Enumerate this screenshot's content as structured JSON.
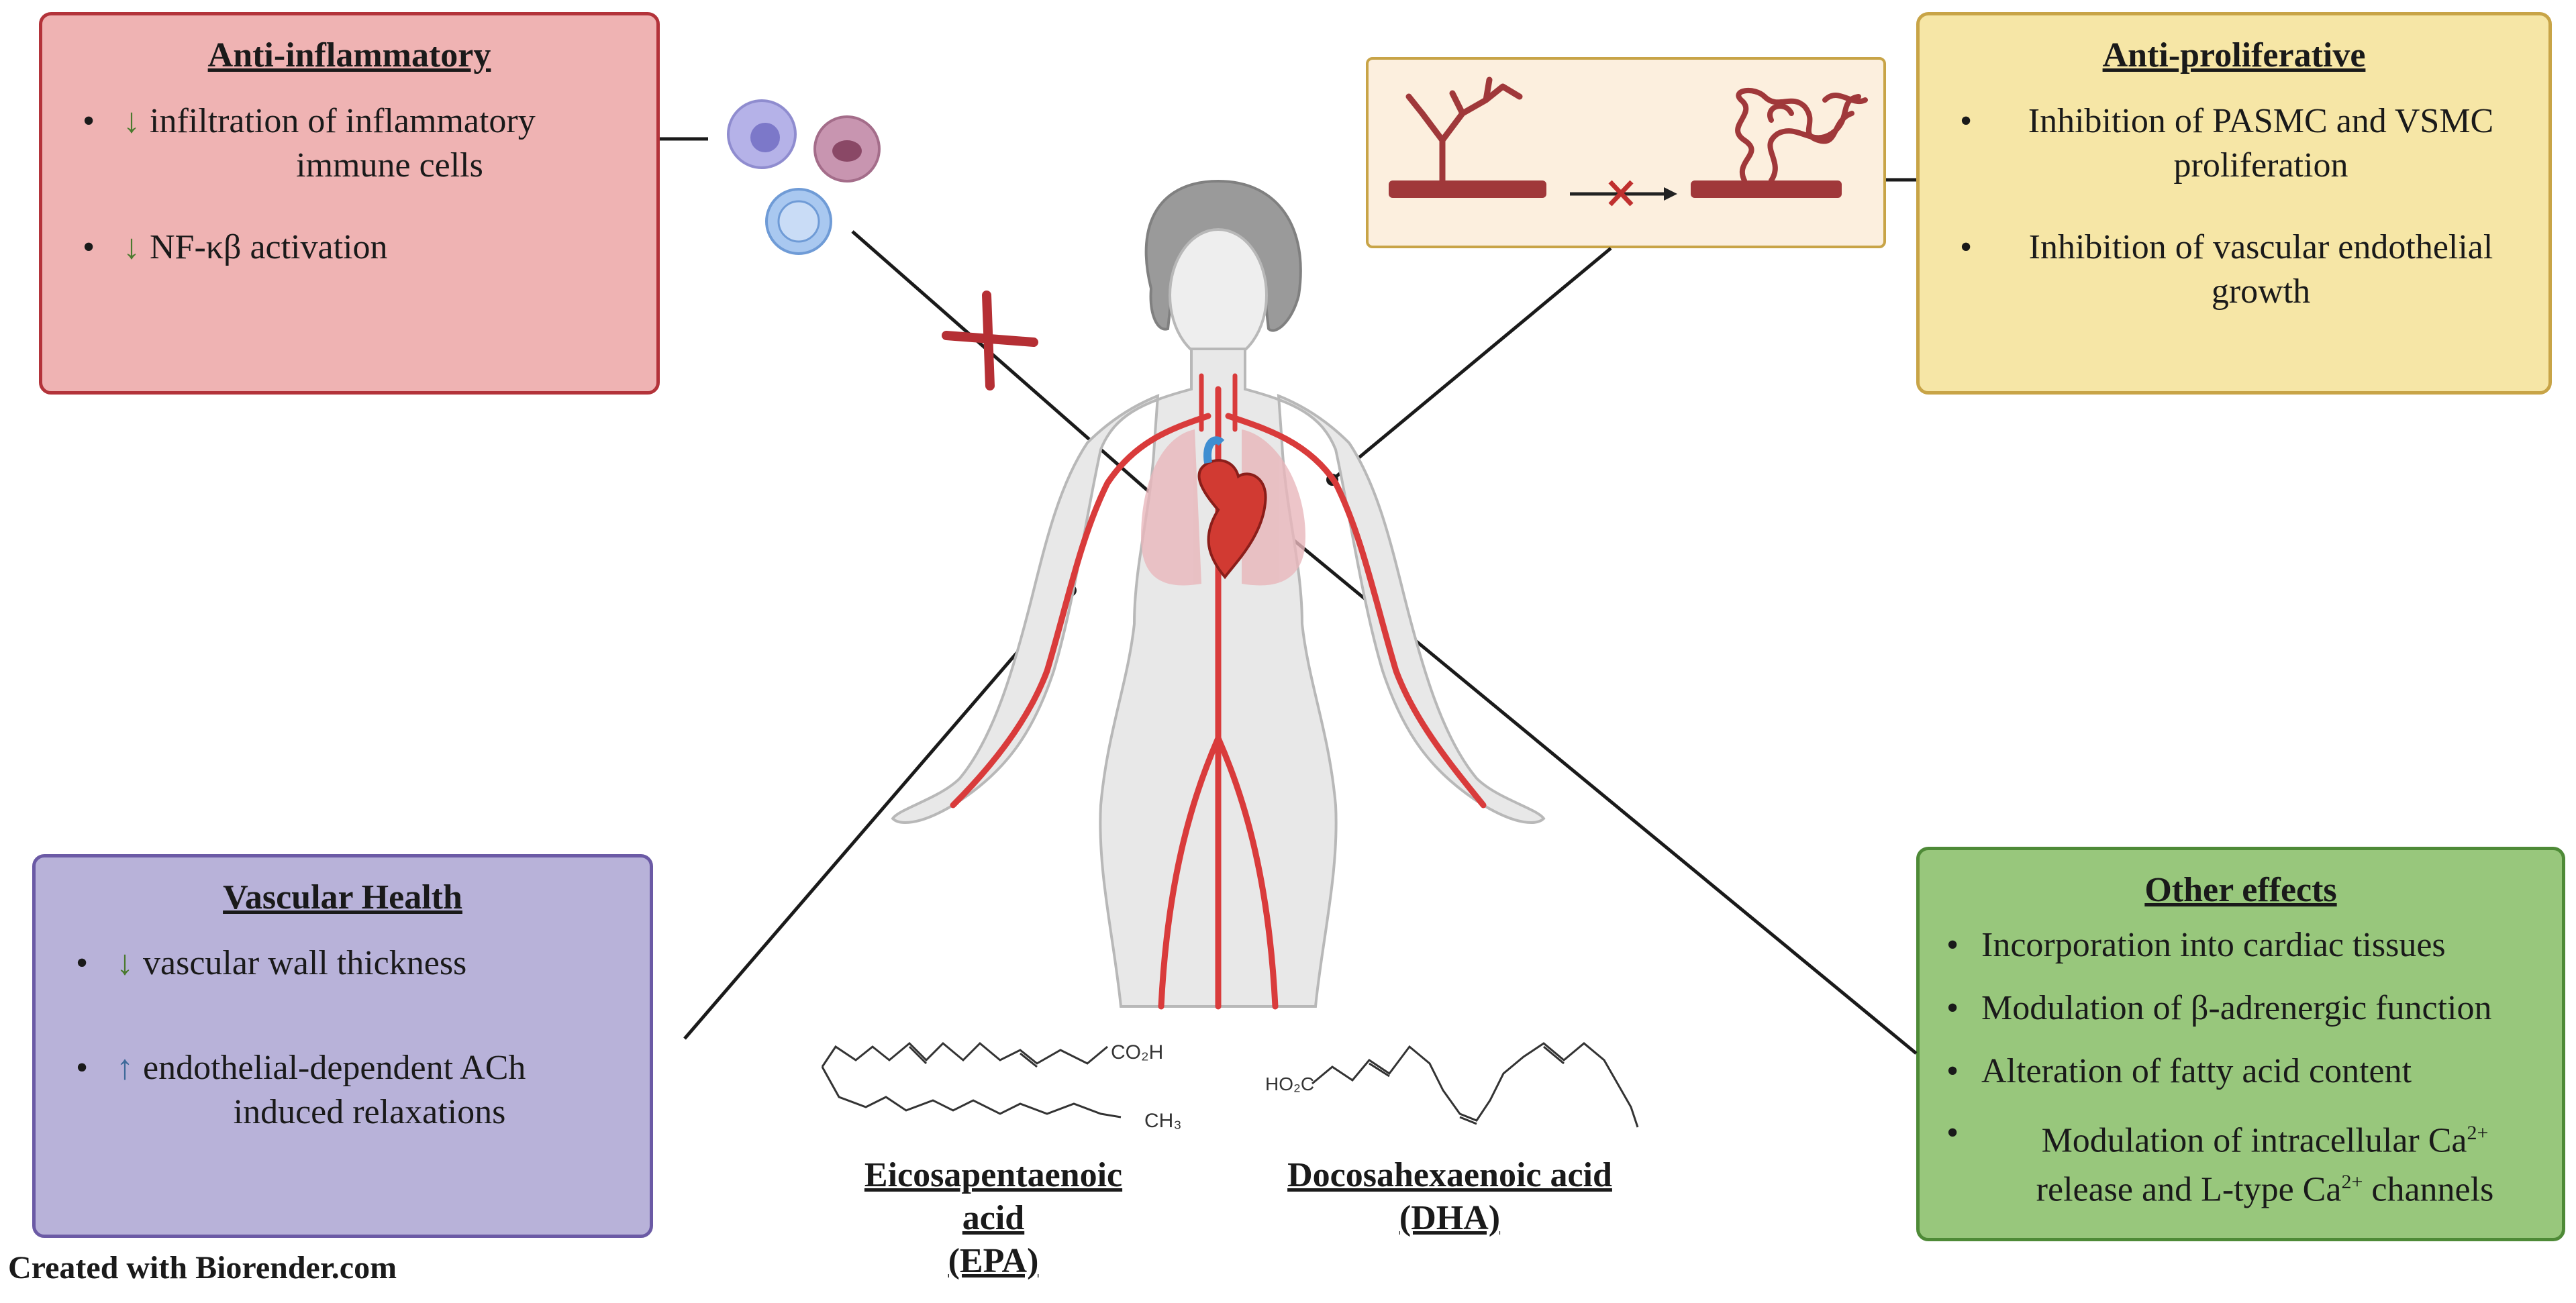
{
  "anti_inflammatory": {
    "title": "Anti-inflammatory",
    "items": [
      {
        "arrow": "↓",
        "line1": "infiltration of inflammatory",
        "line2": "immune cells"
      },
      {
        "arrow": "↓",
        "line1": "NF-κβ activation",
        "line2": ""
      }
    ]
  },
  "anti_proliferative": {
    "title": "Anti-proliferative",
    "items": [
      {
        "line1": "Inhibition of PASMC and VSMC",
        "line2": "proliferation"
      },
      {
        "line1": "Inhibition of vascular endothelial",
        "line2": "growth"
      }
    ]
  },
  "vascular_health": {
    "title": "Vascular Health",
    "items": [
      {
        "arrow": "↓",
        "line1": "vascular wall thickness",
        "line2": ""
      },
      {
        "arrow": "↑",
        "line1": "endothelial-dependent ACh",
        "line2": "induced relaxations"
      }
    ]
  },
  "other_effects": {
    "title": "Other effects",
    "items": [
      {
        "line1": "Incorporation into cardiac tissues",
        "line2": ""
      },
      {
        "line1": "Modulation of β-adrenergic function",
        "line2": ""
      },
      {
        "line1": "Alteration of fatty acid content",
        "line2": ""
      },
      {
        "line1": "Modulation of intracellular Ca",
        "sup1": "2+",
        "line2a": "release and L-type Ca",
        "sup2": "2+",
        "line2b": " channels"
      }
    ]
  },
  "molecules": {
    "epa_name": "Eicosapentaenoic acid",
    "epa_abbr": "(EPA)",
    "dha_name": "Docosahexaenoic acid",
    "dha_abbr": "(DHA)",
    "epa_acid_group": "CO₂H",
    "epa_methyl": "CH₃",
    "dha_acid_group": "HO₂C"
  },
  "bullet_char": "•",
  "credit": "Created with Biorender.com",
  "colors": {
    "inflam_bg": "#efb3b3",
    "prolif_bg": "#f6e6a6",
    "vasc_bg": "#b8b2d9",
    "other_bg": "#98c77c",
    "artery": "#d93b3b",
    "down_arrow": "#4a7a2e",
    "up_arrow": "#3e6a9a"
  },
  "icons": [
    "inflammatory-cell-icon",
    "blocked-x-icon",
    "human-body-icon",
    "heart-icon",
    "branching-vessel-icon"
  ]
}
